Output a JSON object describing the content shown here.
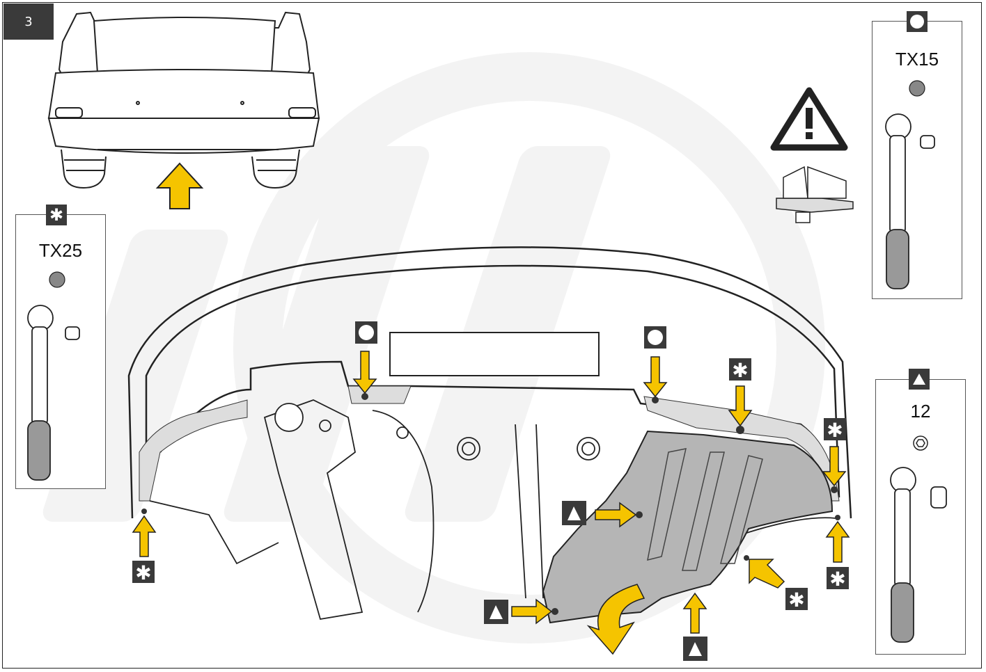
{
  "step": {
    "number": "3"
  },
  "tools": [
    {
      "symbol": "circle",
      "label": "TX15",
      "bit": "torx"
    },
    {
      "symbol": "asterisk",
      "label": "TX25",
      "bit": "torx"
    },
    {
      "symbol": "triangle",
      "label": "12",
      "bit": "hex"
    }
  ],
  "colors": {
    "arrow": "#f5c400",
    "panel": "#b5b5b5",
    "marker": "#3a3a3a",
    "outline": "#222222",
    "watermark": "#f2f2f2"
  }
}
